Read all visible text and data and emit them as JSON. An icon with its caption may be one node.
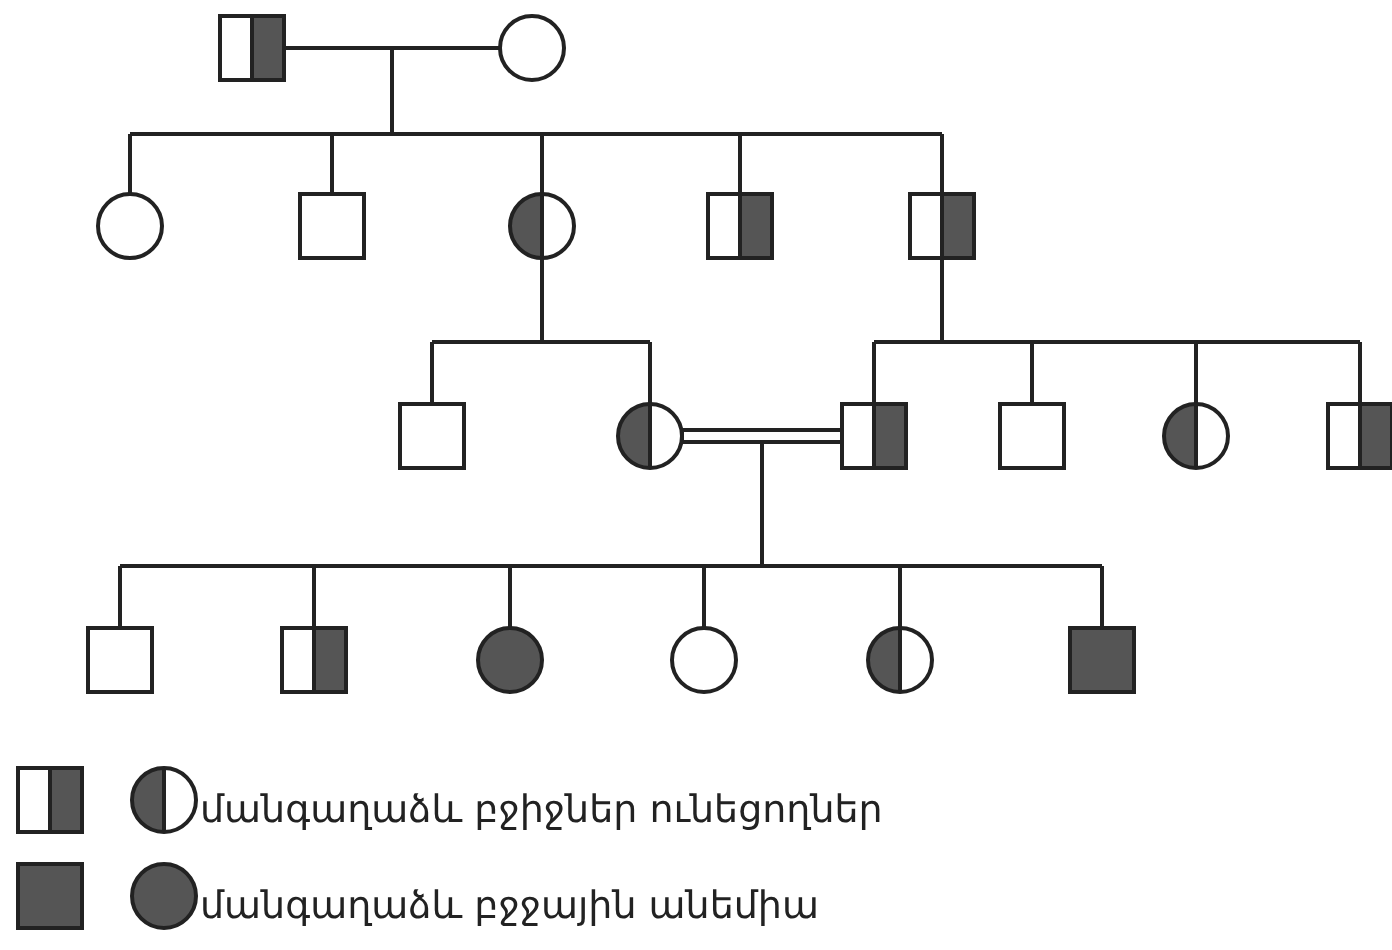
{
  "diagram": {
    "nodes": [
      {
        "text": [],
        "shape": "box"
      },
      {
        "text": [],
        "shape": "circle"
      },
      {
        "text": [],
        "shape": "circle"
      },
      {
        "text": [],
        "shape": "box"
      },
      {
        "text": [],
        "shape": "circle"
      },
      {
        "text": [],
        "shape": "box"
      },
      {
        "text": [],
        "shape": "box"
      },
      {
        "text": [],
        "shape": "box"
      },
      {
        "text": [],
        "shape": "circle"
      },
      {
        "text": [],
        "shape": "box"
      },
      {
        "text": [],
        "shape": "box"
      },
      {
        "text": [],
        "shape": "circle"
      },
      {
        "text": [],
        "shape": "box"
      },
      {
        "text": [],
        "shape": "box"
      },
      {
        "text": [],
        "shape": "box"
      },
      {
        "text": [],
        "shape": "circle"
      },
      {
        "text": [],
        "shape": "circle"
      },
      {
        "text": [],
        "shape": "circle"
      },
      {
        "text": [],
        "shape": "box"
      }
    ],
    "edges": [
      {
        "from": 0,
        "to": 1,
        "arrow": "none"
      },
      {
        "from": 0,
        "to": 2,
        "arrow": "none"
      },
      {
        "from": 1,
        "to": 2,
        "arrow": "none"
      },
      {
        "from": 0,
        "to": 3,
        "arrow": "none"
      },
      {
        "from": 1,
        "to": 3,
        "arrow": "none"
      },
      {
        "from": 0,
        "to": 4,
        "arrow": "none"
      },
      {
        "from": 1,
        "to": 4,
        "arrow": "none"
      },
      {
        "from": 0,
        "to": 5,
        "arrow": "none"
      },
      {
        "from": 1,
        "to": 5,
        "arrow": "none"
      },
      {
        "from": 0,
        "to": 6,
        "arrow": "none"
      },
      {
        "from": 1,
        "to": 6,
        "arrow": "none"
      },
      {
        "from": 4,
        "to": 7,
        "arrow": "none"
      },
      {
        "from": 4,
        "to": 8,
        "arrow": "none"
      },
      {
        "from": 6,
        "to": 9,
        "arrow": "none"
      },
      {
        "from": 6,
        "to": 10,
        "arrow": "none"
      },
      {
        "from": 6,
        "to": 11,
        "arrow": "none"
      },
      {
        "from": 6,
        "to": 12,
        "arrow": "none"
      },
      {
        "from": 8,
        "to": 9,
        "arrow": "none"
      },
      {
        "from": 8,
        "to": 13,
        "arrow": "none"
      },
      {
        "from": 9,
        "to": 13,
        "arrow": "none"
      },
      {
        "from": 8,
        "to": 14,
        "arrow": "none"
      },
      {
        "from": 9,
        "to": 14,
        "arrow": "none"
      },
      {
        "from": 8,
        "to": 15,
        "arrow": "none"
      },
      {
        "from": 9,
        "to": 15,
        "arrow": "none"
      },
      {
        "from": 8,
        "to": 16,
        "arrow": "none"
      },
      {
        "from": 9,
        "to": 16,
        "arrow": "none"
      },
      {
        "from": 8,
        "to": 17,
        "arrow": "none"
      },
      {
        "from": 9,
        "to": 17,
        "arrow": "none"
      },
      {
        "from": 8,
        "to": 18,
        "arrow": "none"
      },
      {
        "from": 9,
        "to": 18,
        "arrow": "none"
      }
    ],
    "legend": [
      {
        "text": "մանգաղաձև բջիջներ ունեցողներ"
      },
      {
        "text": "մանգաղաձև բջջային անեմիա"
      }
    ]
  }
}
